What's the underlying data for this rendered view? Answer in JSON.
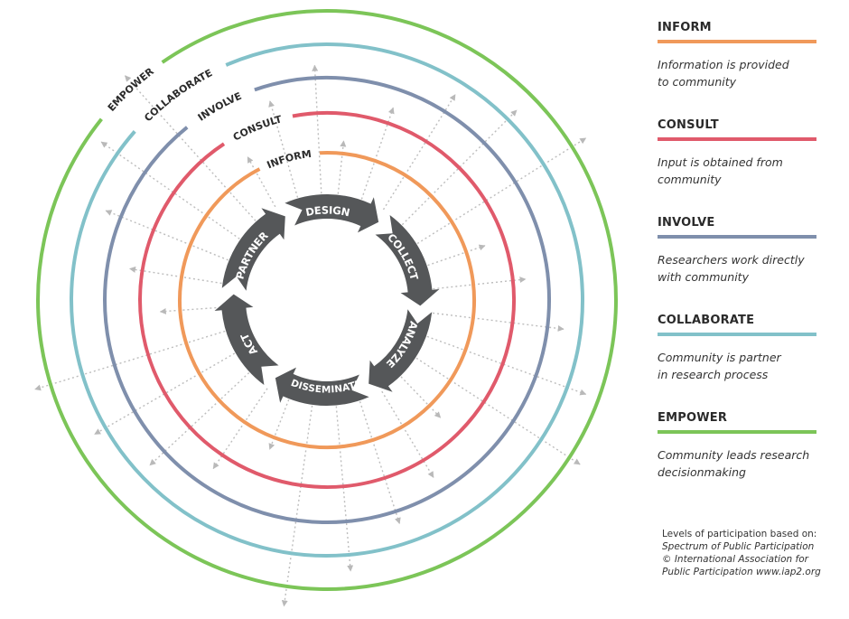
{
  "rings": [
    {
      "key": "inform",
      "label": "INFORM",
      "color": "#f0995a"
    },
    {
      "key": "consult",
      "label": "CONSULT",
      "color": "#e05a6b"
    },
    {
      "key": "involve",
      "label": "INVOLVE",
      "color": "#7f8fac"
    },
    {
      "key": "collaborate",
      "label": "COLLABORATE",
      "color": "#82c1c9"
    },
    {
      "key": "empower",
      "label": "EMPOWER",
      "color": "#7cc558"
    }
  ],
  "cycle": [
    "DESIGN",
    "COLLECT",
    "ANALYZE",
    "DISSEMINATE",
    "ACT",
    "PARTNER"
  ],
  "cycle_color": "#555759",
  "legend": [
    {
      "title": "INFORM",
      "line1": "Information is provided",
      "line2": "to community",
      "color": "#f0995a"
    },
    {
      "title": "CONSULT",
      "line1": "Input is obtained from",
      "line2": "community",
      "color": "#e05a6b"
    },
    {
      "title": "INVOLVE",
      "line1": "Researchers work directly",
      "line2": "with community",
      "color": "#7f8fac"
    },
    {
      "title": "COLLABORATE",
      "line1": "Community is partner",
      "line2": "in research process",
      "color": "#82c1c9"
    },
    {
      "title": "EMPOWER",
      "line1": "Community leads research",
      "line2": "decisionmaking",
      "color": "#7cc558"
    }
  ],
  "source": {
    "line1": "Levels of participation based on:",
    "line2": "Spectrum of Public Participation",
    "line3": "© International Association for",
    "line4": "Public Participation www.iap2.org"
  }
}
